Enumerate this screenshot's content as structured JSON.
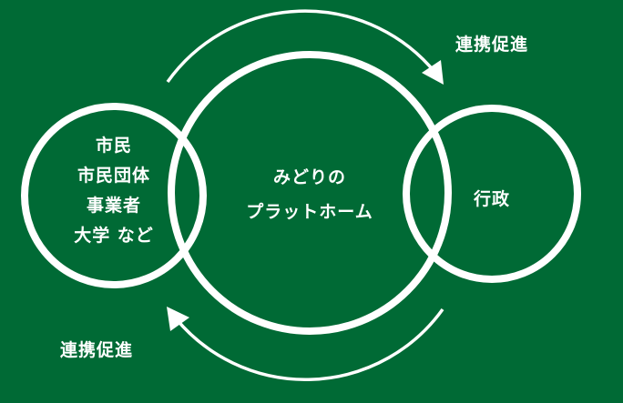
{
  "labels": {
    "top_arrow": "連携促進",
    "bottom_arrow": "連携促進",
    "left_circle": [
      "市民",
      "市民団体",
      "事業者",
      "大学 など"
    ],
    "center_circle": [
      "みどりの",
      "プラットホーム"
    ],
    "right_circle": "行政"
  },
  "colors": {
    "background": "#006a35",
    "foreground": "#ffffff"
  }
}
